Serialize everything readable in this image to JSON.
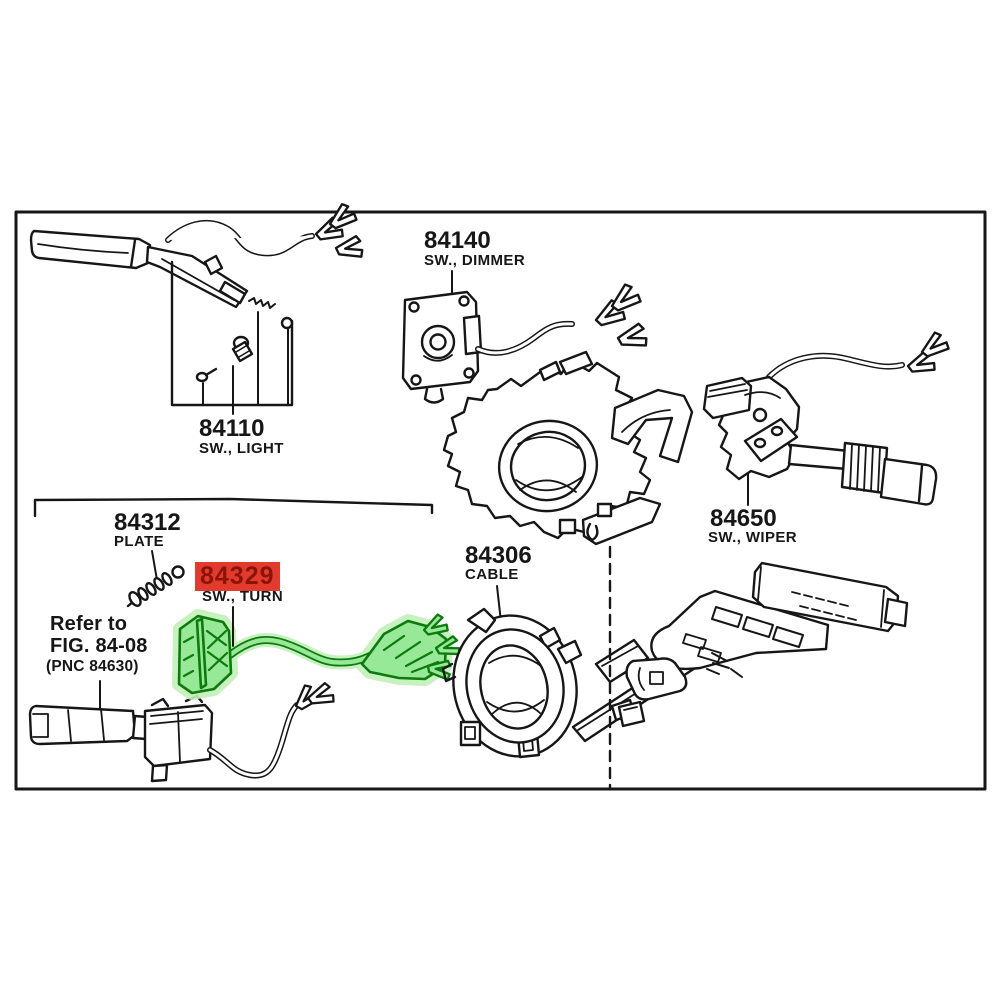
{
  "diagram": {
    "type": "parts-diagram",
    "labels": {
      "dimmer": {
        "code": "84140",
        "name": "SW., DIMMER"
      },
      "light": {
        "code": "84110",
        "name": "SW., LIGHT"
      },
      "plate": {
        "code": "84312",
        "name": "PLATE"
      },
      "turn": {
        "code": "84329",
        "name": "SW., TURN",
        "highlighted": true
      },
      "cable": {
        "code": "84306",
        "name": "CABLE"
      },
      "wiper": {
        "code": "84650",
        "name": "SW., WIPER"
      }
    },
    "note": {
      "line1": "Refer to",
      "line2": "FIG. 84-08",
      "line3": "(PNC 84630)"
    },
    "colors": {
      "line": "#161616",
      "background": "#ffffff",
      "highlight_red_fill": "#e23b2d",
      "highlight_red_text": "#8a1408",
      "highlight_green_fill": "#97e897",
      "highlight_green_stroke": "#0c7a0c",
      "highlight_green_halo": "#c2f0b8"
    }
  }
}
